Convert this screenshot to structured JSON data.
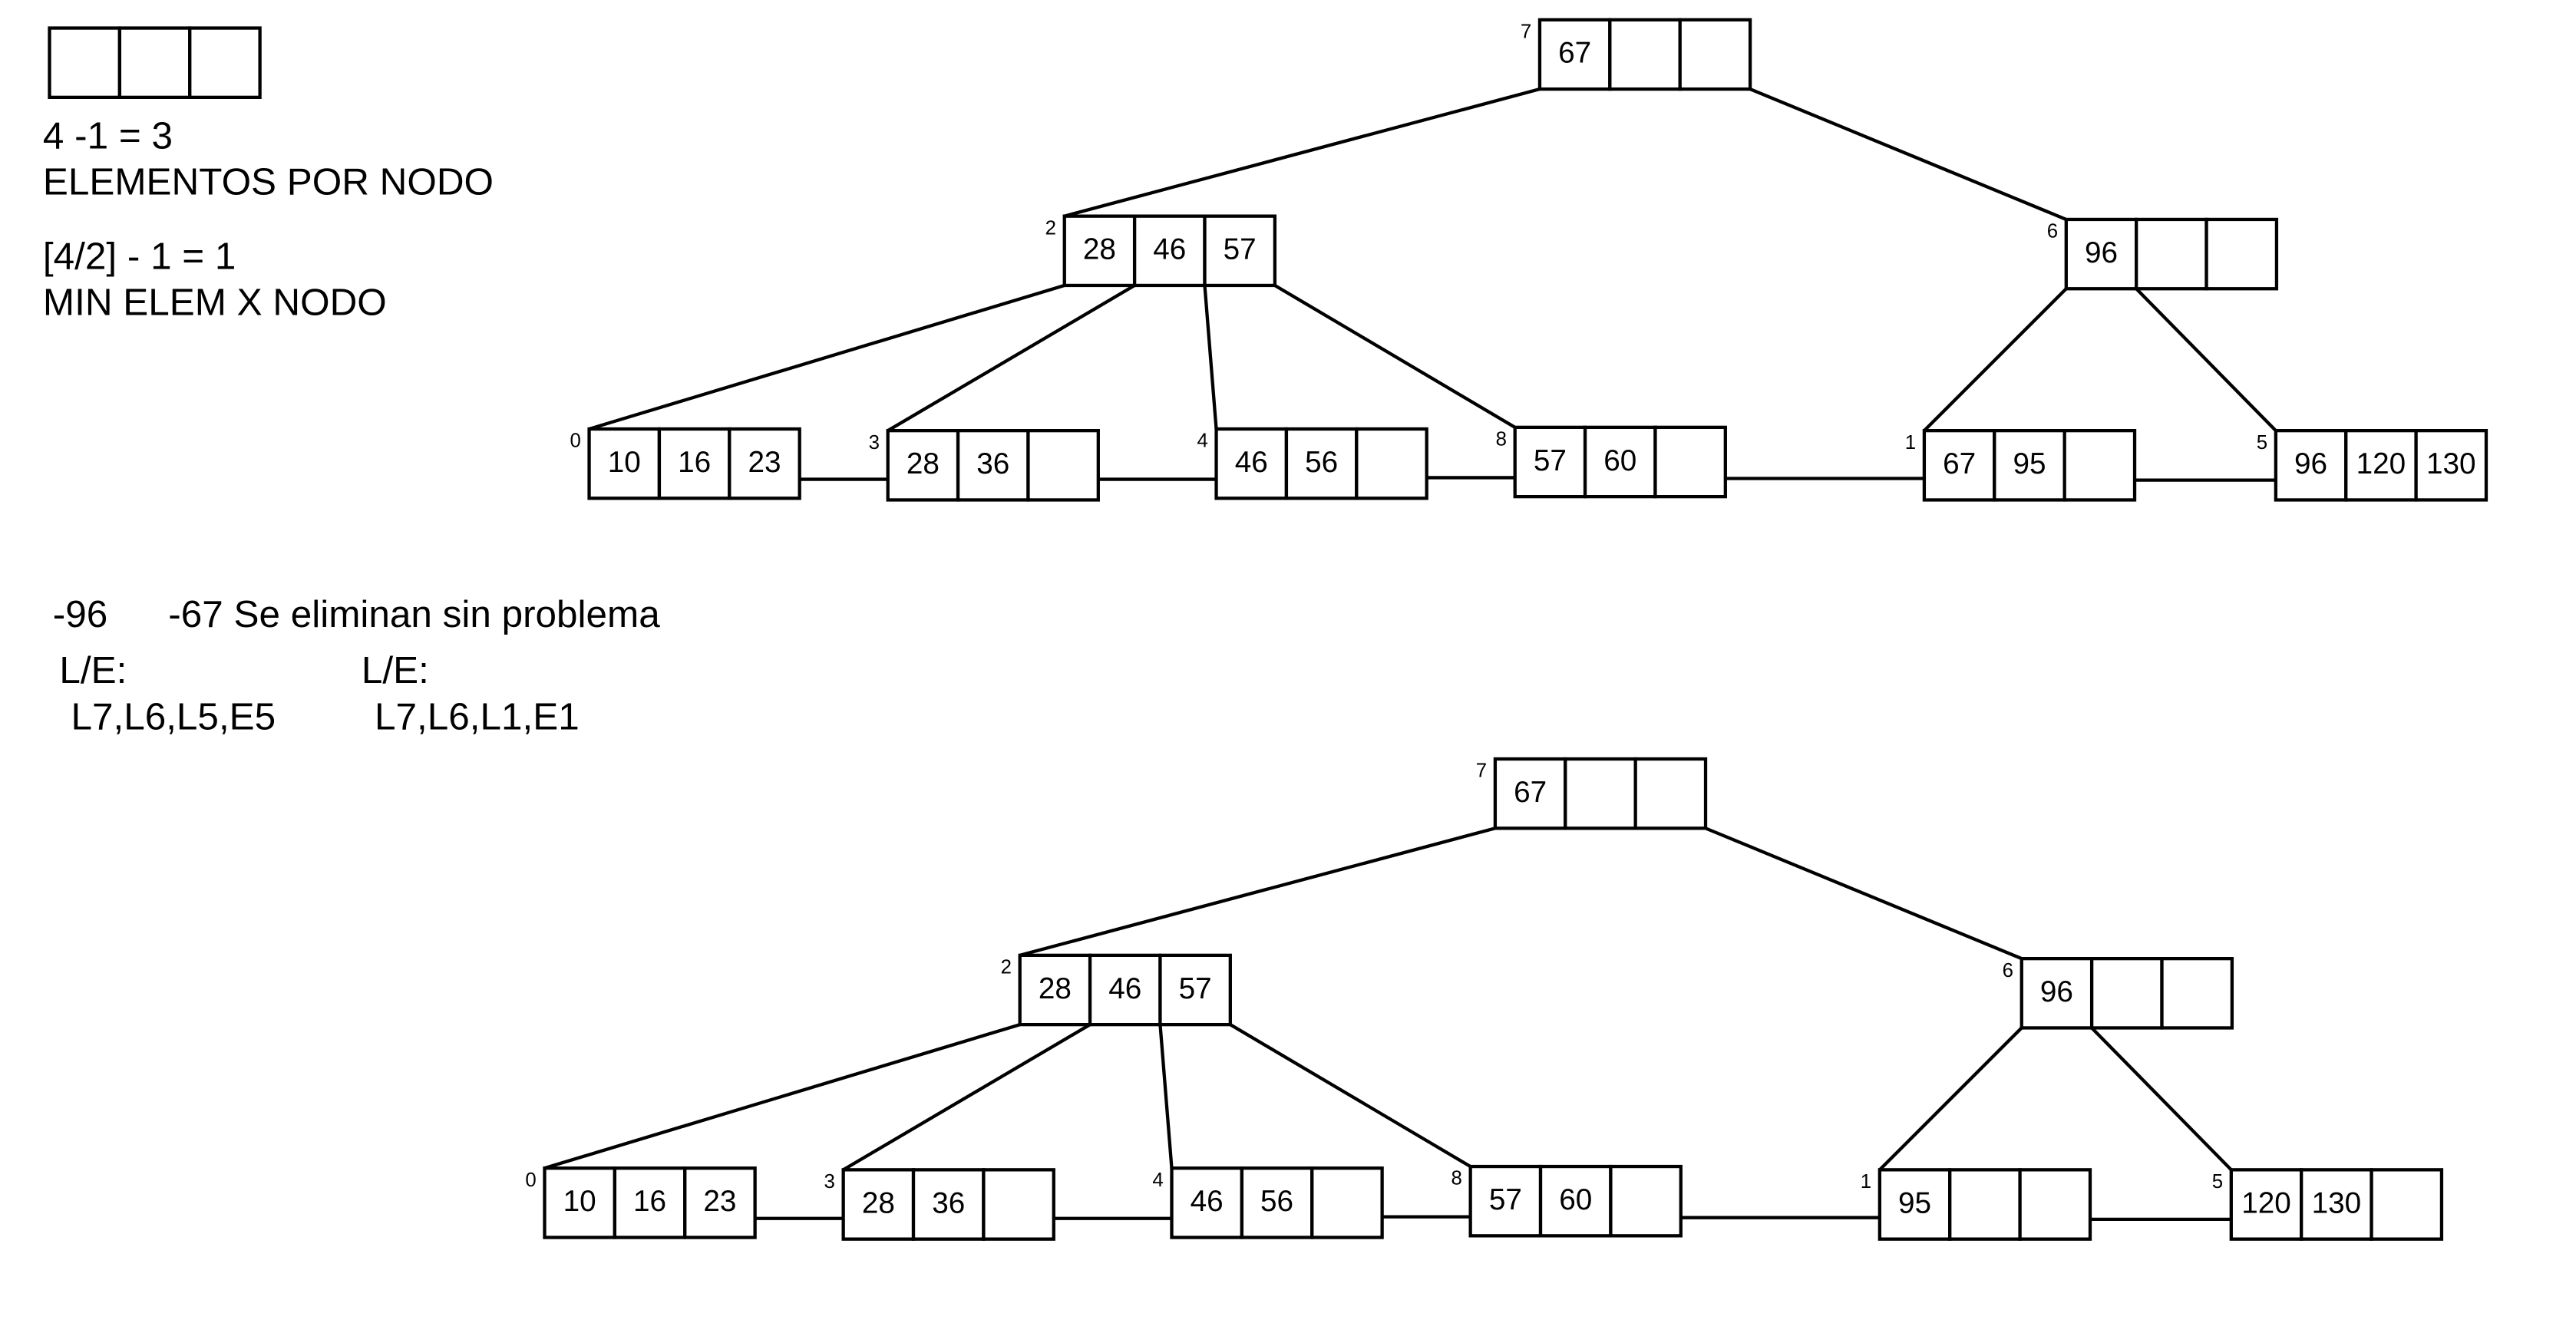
{
  "header": {
    "legend_cells": [
      "",
      "",
      ""
    ],
    "lines": [
      "4 -1 = 3",
      "ELEMENTOS POR NODO",
      "[4/2] - 1 = 1",
      "MIN ELEM X NODO"
    ]
  },
  "notes": {
    "op1": "-96",
    "op2": "-67 Se eliminan sin problema",
    "le1_label": "L/E:",
    "le1_seq": "L7,L6,L5,E5",
    "le2_label": "L/E:",
    "le2_seq": "L7,L6,L1,E1"
  },
  "trees": [
    {
      "nodes": [
        {
          "id": "7",
          "keys": [
            "67",
            "",
            ""
          ]
        },
        {
          "id": "2",
          "keys": [
            "28",
            "46",
            "57"
          ]
        },
        {
          "id": "6",
          "keys": [
            "96",
            "",
            ""
          ]
        },
        {
          "id": "0",
          "keys": [
            "10",
            "16",
            "23"
          ]
        },
        {
          "id": "3",
          "keys": [
            "28",
            "36",
            ""
          ]
        },
        {
          "id": "4",
          "keys": [
            "46",
            "56",
            ""
          ]
        },
        {
          "id": "8",
          "keys": [
            "57",
            "60",
            ""
          ]
        },
        {
          "id": "1",
          "keys": [
            "67",
            "95",
            ""
          ]
        },
        {
          "id": "5",
          "keys": [
            "96",
            "120",
            "130"
          ]
        }
      ]
    },
    {
      "nodes": [
        {
          "id": "7",
          "keys": [
            "67",
            "",
            ""
          ]
        },
        {
          "id": "2",
          "keys": [
            "28",
            "46",
            "57"
          ]
        },
        {
          "id": "6",
          "keys": [
            "96",
            "",
            ""
          ]
        },
        {
          "id": "0",
          "keys": [
            "10",
            "16",
            "23"
          ]
        },
        {
          "id": "3",
          "keys": [
            "28",
            "36",
            ""
          ]
        },
        {
          "id": "4",
          "keys": [
            "46",
            "56",
            ""
          ]
        },
        {
          "id": "8",
          "keys": [
            "57",
            "60",
            ""
          ]
        },
        {
          "id": "1",
          "keys": [
            "95",
            "",
            ""
          ]
        },
        {
          "id": "5",
          "keys": [
            "120",
            "130",
            ""
          ]
        }
      ]
    }
  ]
}
